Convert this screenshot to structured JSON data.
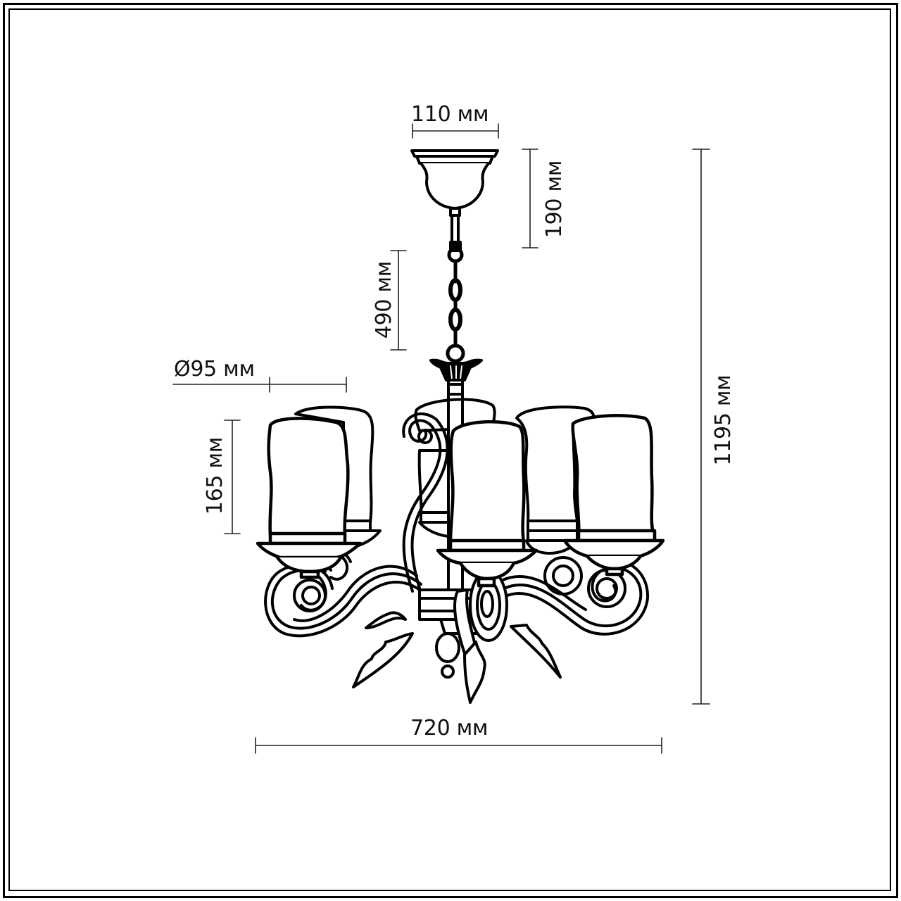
{
  "drawing": {
    "subject": "chandelier-dimension-diagram",
    "line_color": "#000000",
    "background": "#ffffff",
    "lamp_count": 5
  },
  "dimensions": {
    "canopy_width": {
      "label": "110 мм",
      "value_mm": 110,
      "orientation": "horizontal"
    },
    "canopy_height": {
      "label": "190 мм",
      "value_mm": 190,
      "orientation": "vertical"
    },
    "chain_length": {
      "label": "490 мм",
      "value_mm": 490,
      "orientation": "vertical"
    },
    "shade_diameter": {
      "label": "Ø95 мм",
      "value_mm": 95,
      "orientation": "horizontal"
    },
    "shade_height": {
      "label": "165 мм",
      "value_mm": 165,
      "orientation": "vertical"
    },
    "total_height": {
      "label": "1195 мм",
      "value_mm": 1195,
      "orientation": "vertical"
    },
    "total_width": {
      "label": "720 мм",
      "value_mm": 720,
      "orientation": "horizontal"
    }
  }
}
